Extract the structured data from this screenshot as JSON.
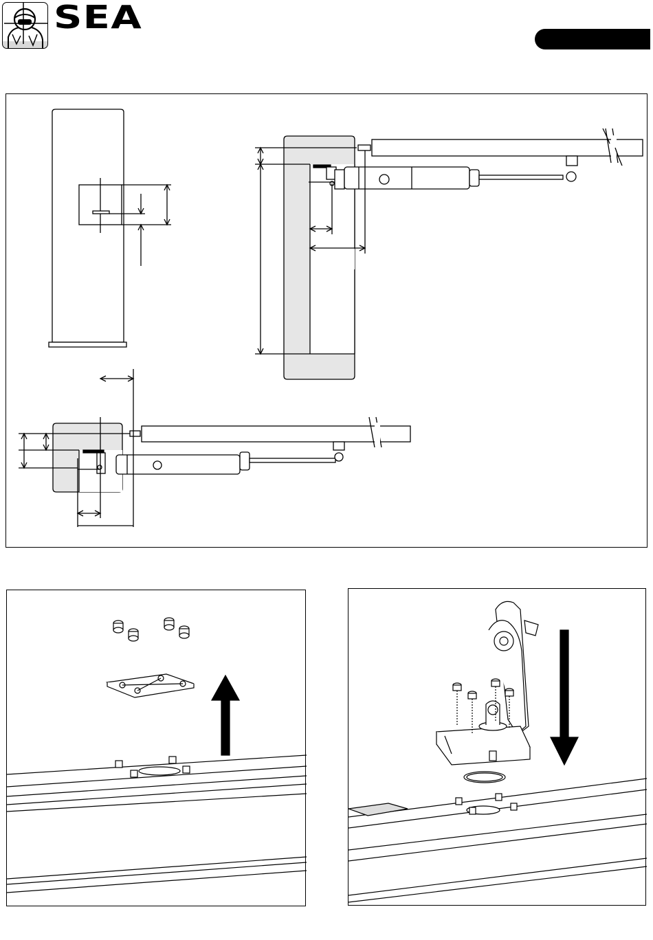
{
  "header": {
    "brand": "SEA",
    "logo_icon": "helmeted-figure-logo-icon",
    "page_tab_color": "#000000"
  },
  "figures": {
    "post_front_view": {
      "icon": "barrier-post-front-view-icon"
    },
    "post_top_view_arm_right": {
      "icon": "barrier-post-top-view-icon"
    },
    "post_top_view_arm_left": {
      "icon": "barrier-post-top-view-icon"
    },
    "remove_bracket_step": {
      "icon": "remove-bracket-arrow-up-icon",
      "arrow": "up"
    },
    "mount_operator_step": {
      "icon": "mount-operator-arrow-down-icon",
      "arrow": "down"
    }
  },
  "colors": {
    "post_fill": "#e6e6e6",
    "line": "#000000"
  }
}
